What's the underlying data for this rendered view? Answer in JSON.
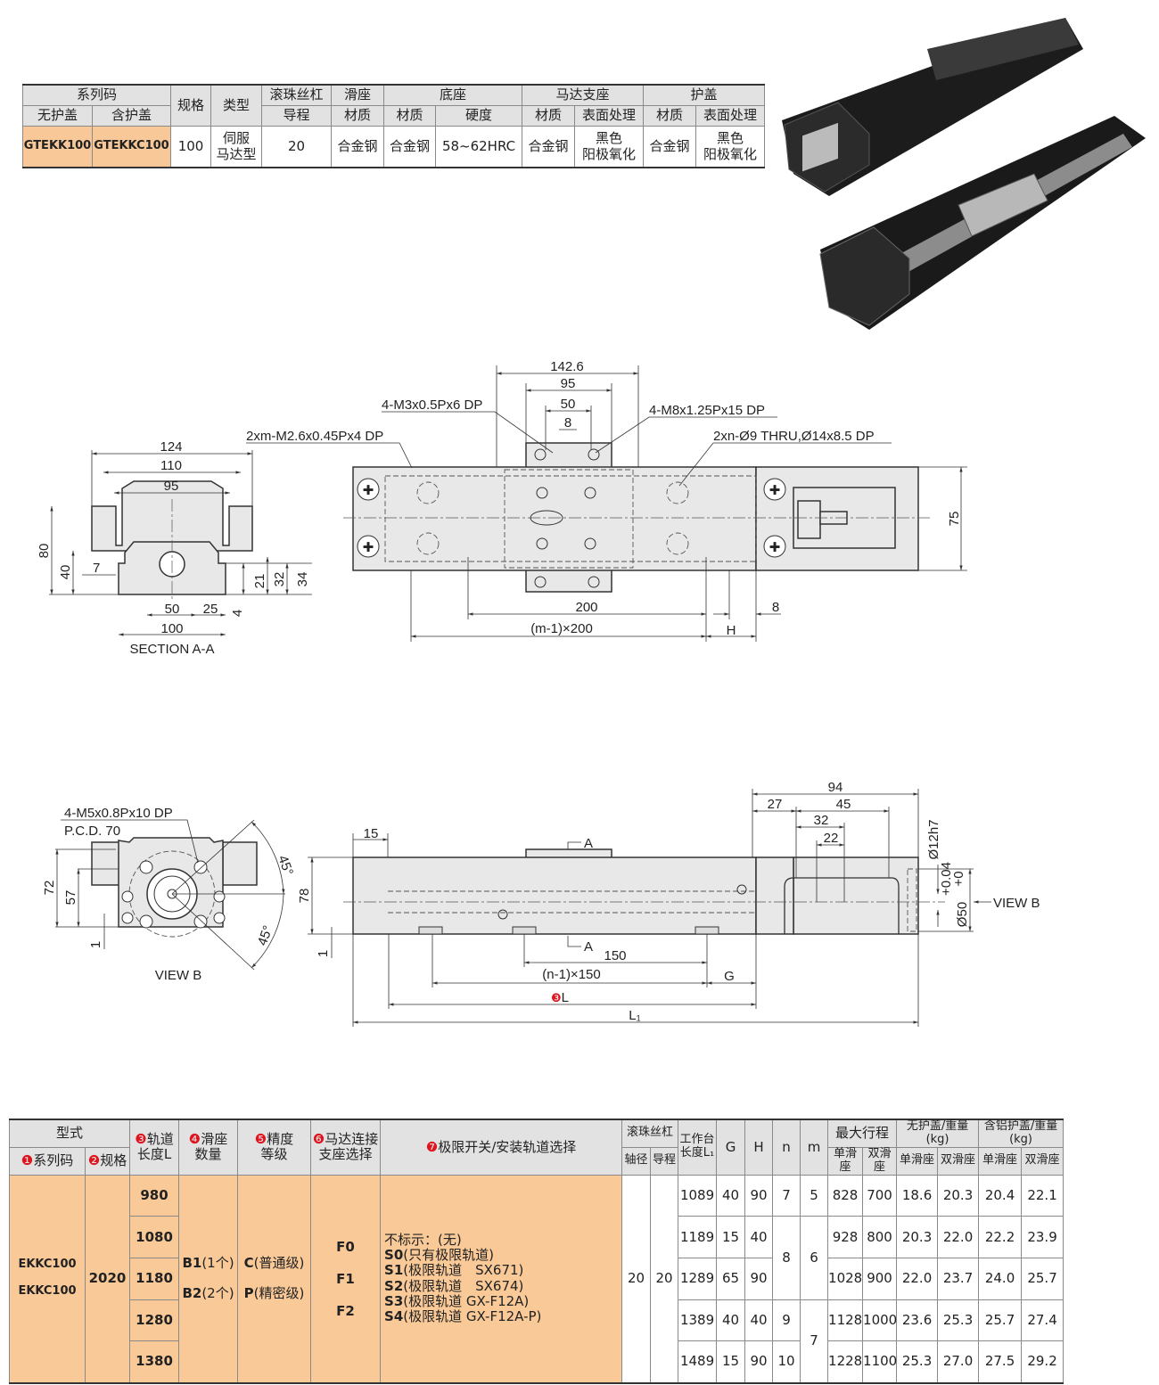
{
  "spec_table": {
    "h_series": "系列码",
    "h_spec": "规格",
    "h_type": "类型",
    "h_screw": "滚珠丝杠",
    "h_slider": "滑座",
    "h_base": "底座",
    "h_motor": "马达支座",
    "h_cover": "护盖",
    "h_nocover": "无护盖",
    "h_withcover": "含护盖",
    "h_lead": "导程",
    "h_material": "材质",
    "h_hardness": "硬度",
    "h_surface": "表面处理",
    "row": {
      "nocover": "GTEKK100",
      "withcover": "GTEKKC100",
      "spec": "100",
      "type1": "伺服",
      "type2": "马达型",
      "lead": "20",
      "slider_mat": "合金钢",
      "base_mat": "合金钢",
      "hardness": "58~62HRC",
      "motor_mat": "合金钢",
      "motor_surf1": "黑色",
      "motor_surf2": "阳极氧化",
      "cover_mat": "合金钢",
      "cover_surf1": "黑色",
      "cover_surf2": "阳极氧化"
    }
  },
  "drawings": {
    "sec": {
      "d124": "124",
      "d110": "110",
      "d95": "95",
      "d80": "80",
      "d40": "40",
      "d7": "7",
      "d21": "21",
      "d32": "32",
      "d34": "34",
      "d4": "4",
      "d50": "50",
      "d25": "25",
      "d100": "100",
      "title": "SECTION A-A"
    },
    "top": {
      "d142": "142.6",
      "d95": "95",
      "d50": "50",
      "d8": "8",
      "m3": "4-M3x0.5Px6 DP",
      "m8": "4-M8x1.25Px15 DP",
      "m26": "2xm-M2.6x0.45Px4 DP",
      "thru": "2xn-Ø9 THRU,Ø14x8.5 DP",
      "d75": "75",
      "d200": "200",
      "m200": "(m-1)×200",
      "H": "H",
      "d8b": "8"
    },
    "viewb": {
      "m5": "4-M5x0.8Px10 DP",
      "pcd": "P.C.D. 70",
      "d72": "72",
      "d57": "57",
      "d1": "1",
      "a1": "45°",
      "a2": "45°",
      "title": "VIEW B"
    },
    "side": {
      "d15": "15",
      "A1": "A",
      "A2": "A",
      "d78": "78",
      "d1": "1",
      "d150": "150",
      "n150": "(n-1)×150",
      "G": "G",
      "L": "L",
      "Lnum": "❸",
      "L1": "L₁",
      "d94": "94",
      "d27": "27",
      "d45": "45",
      "d32": "32",
      "d22": "22",
      "d12": "Ø12h7",
      "d50": "Ø50",
      "tol_up": "+0.04",
      "tol_lo": "+0",
      "viewb": "VIEW B"
    }
  },
  "order_table": {
    "h_model": "型式",
    "n1": "❶",
    "h_series": "系列码",
    "n2": "❷",
    "h_spec": "规格",
    "n3": "❸",
    "h_rail1": "轨道",
    "h_rail2": "长度L",
    "n4": "❹",
    "h_slider1": "滑座",
    "h_slider2": "数量",
    "n5": "❺",
    "h_prec1": "精度",
    "h_prec2": "等级",
    "n6": "❻",
    "h_motor1": "马达连接",
    "h_motor2": "支座选择",
    "n7": "❼",
    "h_limit": "极限开关/安装轨道选择",
    "h_screw": "滚珠丝杠",
    "h_dia": "轴径",
    "h_lead": "导程",
    "h_table1": "工作台",
    "h_table2": "长度L₁",
    "h_G": "G",
    "h_H": "H",
    "h_n": "n",
    "h_m": "m",
    "h_stroke": "最大行程",
    "h_nocov": "无护盖/重量(kg)",
    "h_alcov": "含铝护盖/重量(kg)",
    "h_single": "单滑座",
    "h_double": "双滑座",
    "series": [
      "EKKC100",
      "EKKC100"
    ],
    "spec": "2020",
    "slider_opts": [
      {
        "code": "B1",
        "desc": "(1个)"
      },
      {
        "code": "B2",
        "desc": "(2个)"
      }
    ],
    "prec_opts": [
      {
        "code": "C",
        "desc": "(普通级)"
      },
      {
        "code": "P",
        "desc": "(精密级)"
      }
    ],
    "motor_opts": [
      "F0",
      "F1",
      "F2"
    ],
    "limit_opts": [
      {
        "code": "",
        "desc": "不标示：(无)"
      },
      {
        "code": "S0",
        "desc": "(只有极限轨道)"
      },
      {
        "code": "S1",
        "desc": "(极限轨道　SX671)"
      },
      {
        "code": "S2",
        "desc": "(极限轨道　SX674)"
      },
      {
        "code": "S3",
        "desc": "(极限轨道 GX-F12A)"
      },
      {
        "code": "S4",
        "desc": "(极限轨道 GX-F12A-P)"
      }
    ],
    "dia": "20",
    "lead": "20",
    "n_vals": [
      "7",
      "8",
      "9",
      "10"
    ],
    "m_vals": [
      "5",
      "6",
      "7"
    ],
    "rows": [
      {
        "L": "980",
        "L1": "1089",
        "G": "40",
        "H": "90",
        "s1": "828",
        "s2": "700",
        "w1": "18.6",
        "w2": "20.3",
        "a1": "20.4",
        "a2": "22.1"
      },
      {
        "L": "1080",
        "L1": "1189",
        "G": "15",
        "H": "40",
        "s1": "928",
        "s2": "800",
        "w1": "20.3",
        "w2": "22.0",
        "a1": "22.2",
        "a2": "23.9"
      },
      {
        "L": "1180",
        "L1": "1289",
        "G": "65",
        "H": "90",
        "s1": "1028",
        "s2": "900",
        "w1": "22.0",
        "w2": "23.7",
        "a1": "24.0",
        "a2": "25.7"
      },
      {
        "L": "1280",
        "L1": "1389",
        "G": "40",
        "H": "40",
        "s1": "1128",
        "s2": "1000",
        "w1": "23.6",
        "w2": "25.3",
        "a1": "25.7",
        "a2": "27.4"
      },
      {
        "L": "1380",
        "L1": "1489",
        "G": "15",
        "H": "90",
        "s1": "1228",
        "s2": "1100",
        "w1": "25.3",
        "w2": "27.0",
        "a1": "27.5",
        "a2": "29.2"
      }
    ]
  }
}
